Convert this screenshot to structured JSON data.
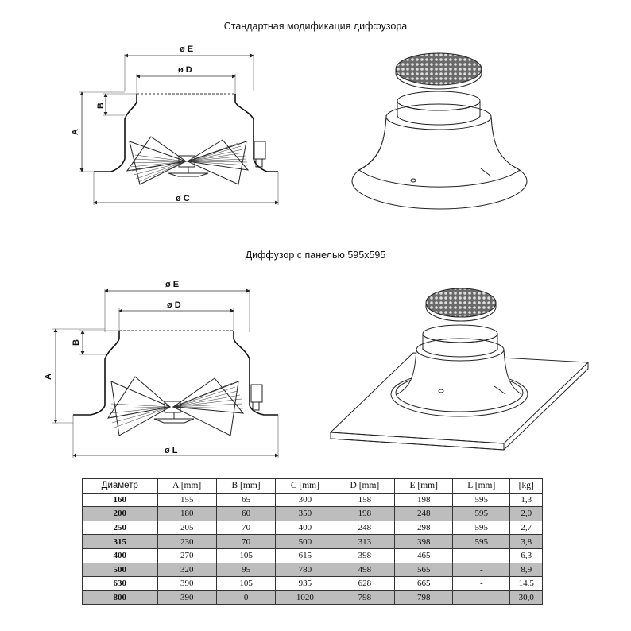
{
  "section1": {
    "title": "Стандартная модификация диффузора",
    "labels": {
      "E": "ø E",
      "D": "ø D",
      "B": "B",
      "A": "A",
      "C": "ø  C"
    }
  },
  "section2": {
    "title": "Диффузор с панелью 595x595",
    "labels": {
      "E": "ø E",
      "D": "ø D",
      "B": "B",
      "A": "A",
      "L": "ø  L"
    }
  },
  "table": {
    "headers": [
      "Диаметр",
      "A [mm]",
      "B [mm]",
      "C [mm]",
      "D [mm]",
      "E [mm]",
      "L [mm]",
      "[kg]"
    ],
    "rows": [
      [
        "160",
        "155",
        "65",
        "300",
        "158",
        "198",
        "595",
        "1,3"
      ],
      [
        "200",
        "180",
        "60",
        "350",
        "198",
        "248",
        "595",
        "2,0"
      ],
      [
        "250",
        "205",
        "70",
        "400",
        "248",
        "298",
        "595",
        "2,7"
      ],
      [
        "315",
        "230",
        "70",
        "500",
        "313",
        "398",
        "595",
        "3,8"
      ],
      [
        "400",
        "270",
        "105",
        "615",
        "398",
        "465",
        "-",
        "6,3"
      ],
      [
        "500",
        "320",
        "95",
        "780",
        "498",
        "565",
        "-",
        "8,9"
      ],
      [
        "630",
        "390",
        "105",
        "935",
        "628",
        "665",
        "-",
        "14,5"
      ],
      [
        "800",
        "390",
        "0",
        "1020",
        "798",
        "798",
        "-",
        "30,0"
      ]
    ]
  }
}
